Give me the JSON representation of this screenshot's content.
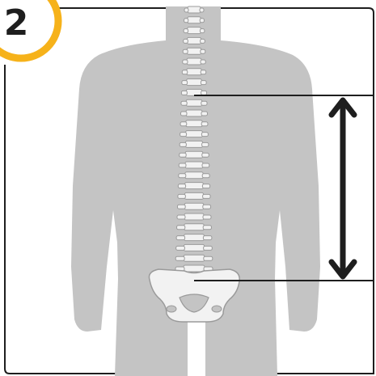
{
  "step": {
    "number": "2"
  },
  "colors": {
    "badge_ring": "#f6b21a",
    "badge_fill": "#ffffff",
    "frame": "#1e1e1e",
    "silhouette": "#c4c4c4",
    "bone": "#f2f2f2",
    "bone_outline": "#9a9a9a",
    "measure": "#1e1e1e"
  },
  "icons": [
    "step-badge",
    "spine-illustration",
    "pelvis-illustration",
    "double-arrow-icon"
  ]
}
